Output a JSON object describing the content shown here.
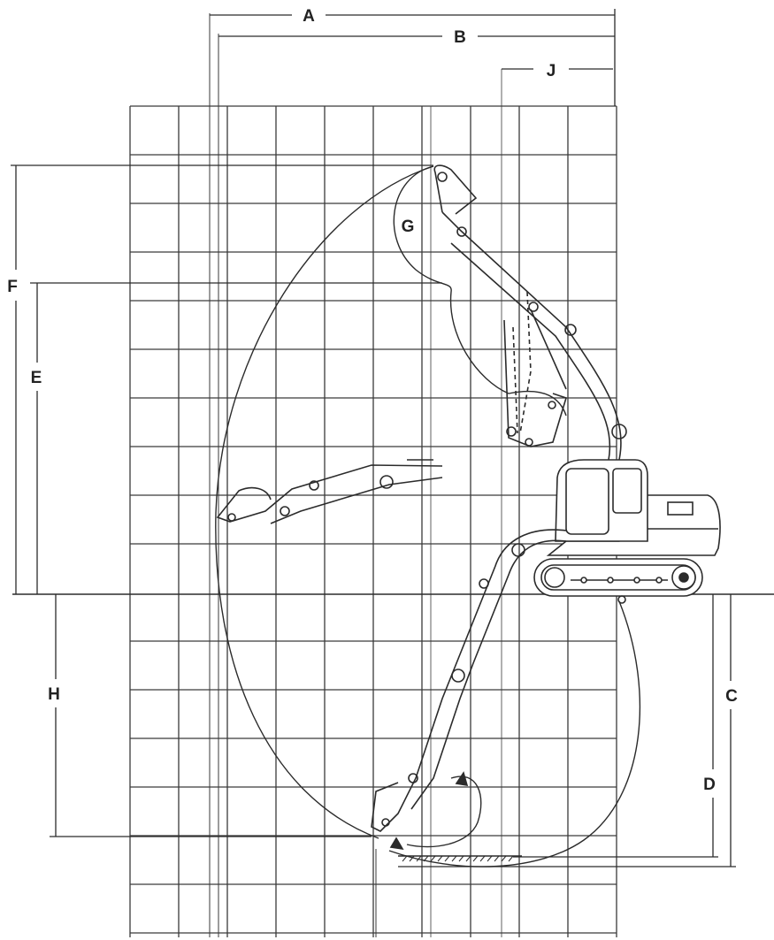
{
  "diagram": {
    "colors": {
      "ink": "#2b2b2b",
      "grid": "#3a3a3a",
      "paper": "#ffffff"
    },
    "dimension_labels": {
      "A": "A",
      "B": "B",
      "C": "C",
      "D": "D",
      "E": "E",
      "F": "F",
      "G": "G",
      "H": "H",
      "J": "J"
    }
  }
}
